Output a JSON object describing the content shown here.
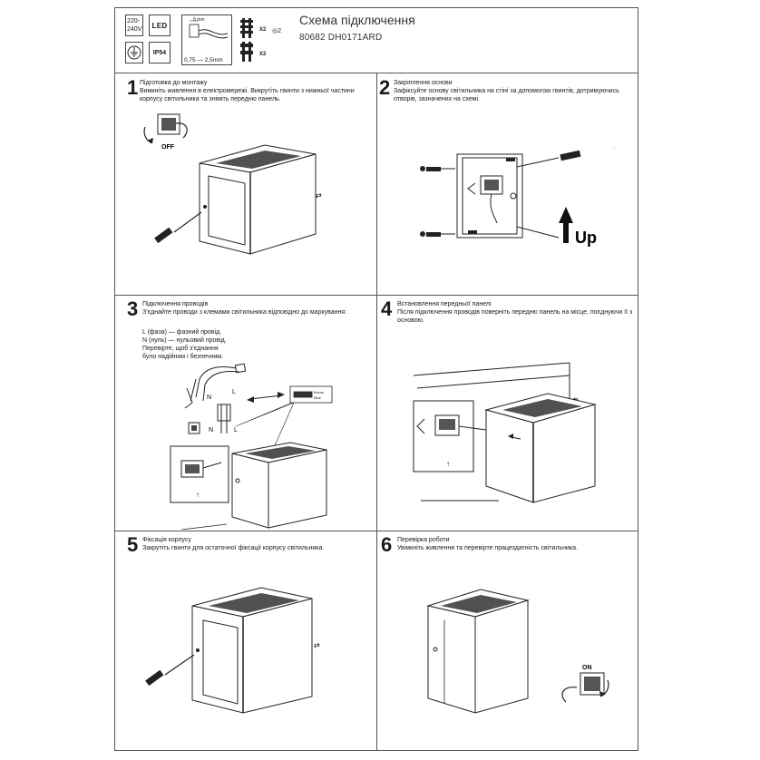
{
  "header": {
    "voltage": "220-240V",
    "led_label": "LED",
    "ip_label": "IP54",
    "wire_gauge": "0,75 — 2,5mm",
    "cable_mark": "8 mm",
    "screws_qty": "X2",
    "plugs_qty": "X2",
    "anchors_qty": "X2",
    "title": "Схема підключення",
    "model_code": "80682 DH0171ARD"
  },
  "steps": [
    {
      "num": "1",
      "title": "Підготовка до монтажу",
      "desc": "Вимкніть живлення в електромережі. Викрутіть гвинти з нижньої частини корпусу світильника та зніміть передню панель.",
      "switch_label": "OFF"
    },
    {
      "num": "2",
      "title": "Закріплення основи",
      "desc": "Зафіксуйте основу світильника на стіні за допомогою гвинтів, дотримуючись отворів, зазначених на схемі.",
      "up_label": "Up"
    },
    {
      "num": "3",
      "title": "Підключення проводів",
      "desc": "З'єднайте проводи з клемами світильника відповідно до маркування:",
      "notes": [
        "L (фаза) — фазний провід.",
        "N (нуль) — нульовий провід.",
        "Перевірте, щоб з'єднання",
        "було надійним і безпечним."
      ],
      "label_n": "N",
      "label_l": "L"
    },
    {
      "num": "4",
      "title": "Встановлення передньої панелі",
      "desc": "Після підключення проводів поверніть передню панель на місце, поєднуючи її з основою."
    },
    {
      "num": "5",
      "title": "Фіксація корпусу",
      "desc": "Закрутіть гвинти для остаточної фіксації корпусу світильника."
    },
    {
      "num": "6",
      "title": "Перевірка роботи",
      "desc": "Увімкніть живлення та перевірте працездатність світильника.",
      "switch_label": "ON"
    }
  ]
}
